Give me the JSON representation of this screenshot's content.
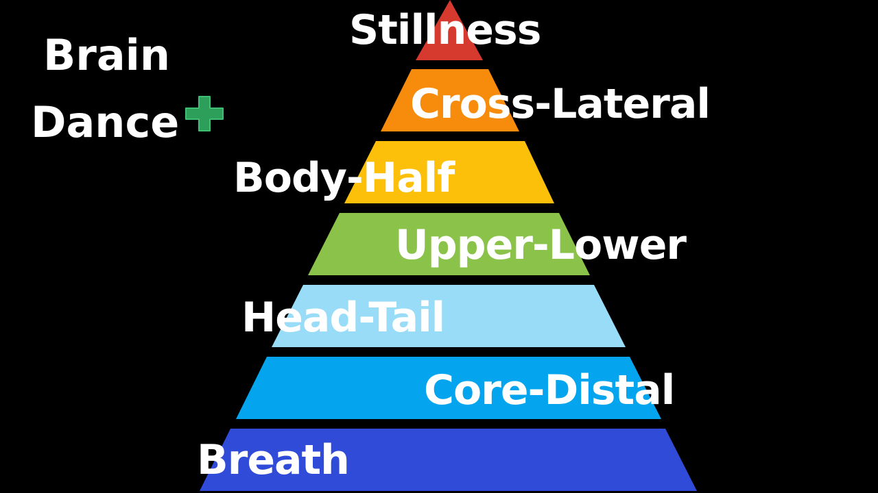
{
  "title": {
    "line1": "Brain",
    "line2": "Dance",
    "icon": "plus-icon",
    "icon_color": "#2e9e5b"
  },
  "pyramid": {
    "layers": [
      {
        "label": "Stillness",
        "color": "#d63a2e"
      },
      {
        "label": "Cross-Lateral",
        "color": "#f68b0c"
      },
      {
        "label": "Body-Half",
        "color": "#fcbf0a"
      },
      {
        "label": "Upper-Lower",
        "color": "#8bc34a"
      },
      {
        "label": "Head-Tail",
        "color": "#98dcf8"
      },
      {
        "label": "Core-Distal",
        "color": "#04a5ee"
      },
      {
        "label": "Breath",
        "color": "#2f4bd8"
      }
    ]
  }
}
